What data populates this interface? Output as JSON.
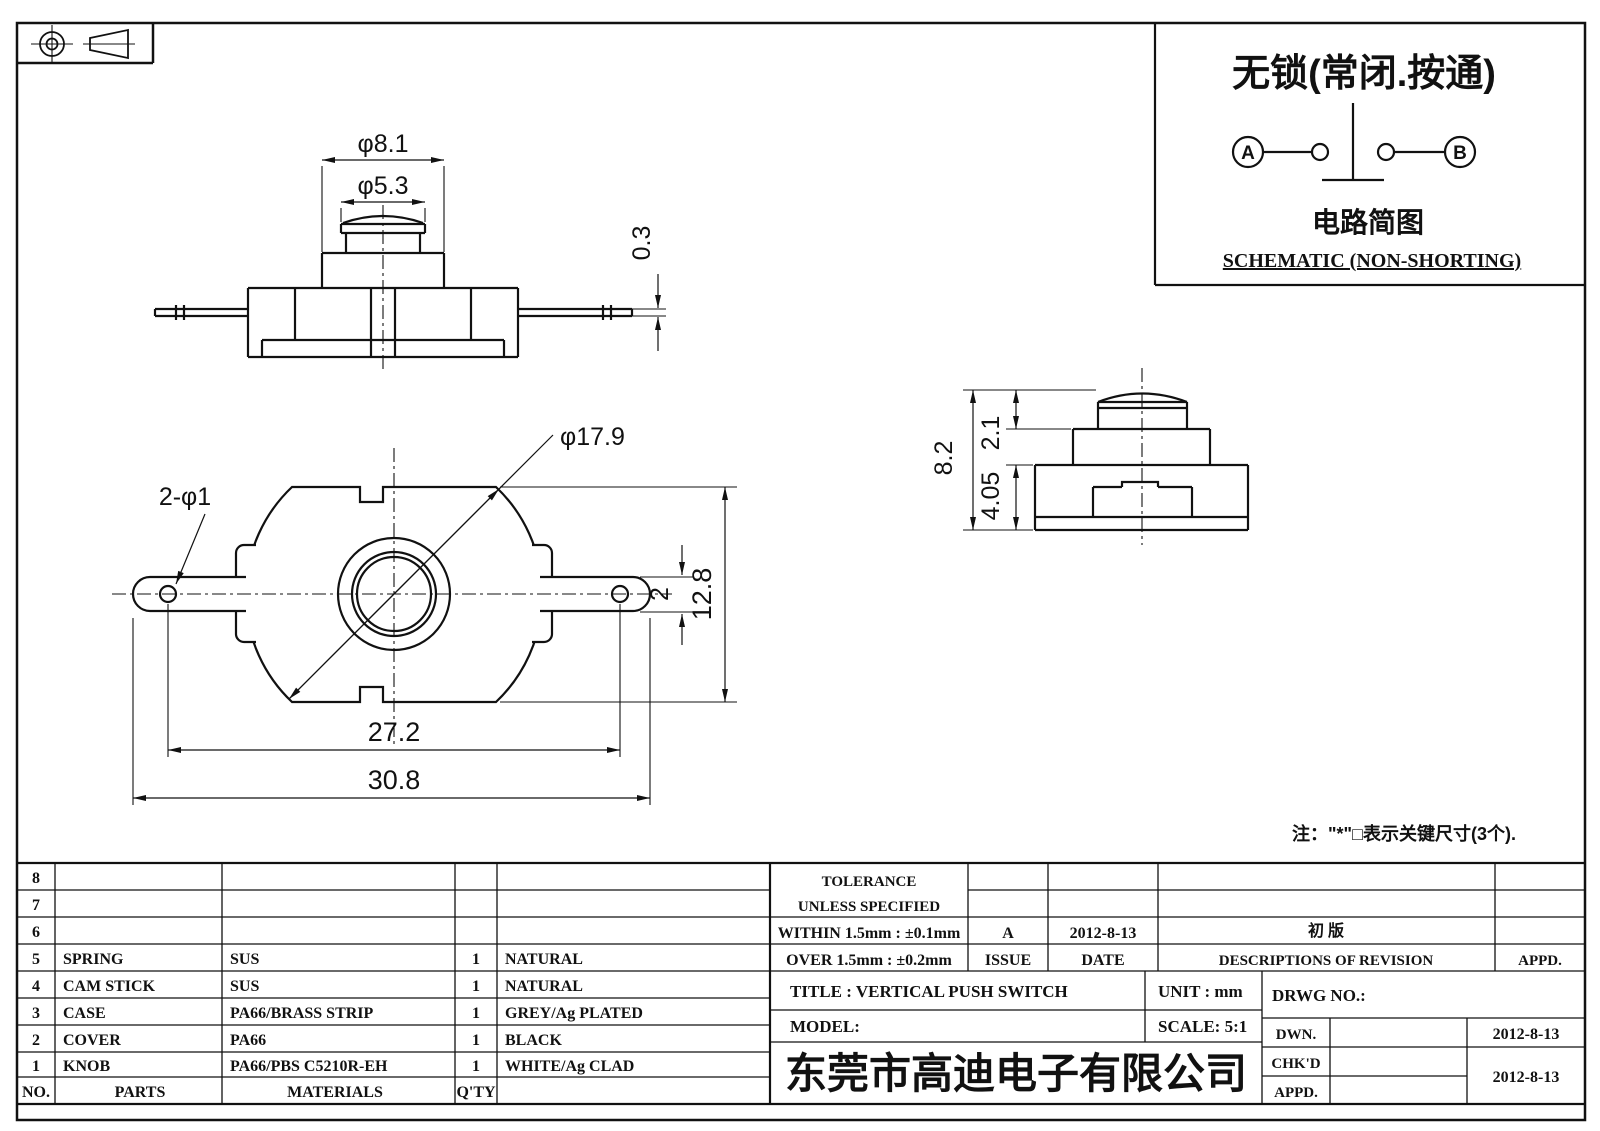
{
  "schematic": {
    "title": "无锁(常闭.按通)",
    "terminal_a": "A",
    "terminal_b": "B",
    "caption_cn": "电路简图",
    "caption_en": "SCHEMATIC (NON-SHORTING)"
  },
  "note": "注：\"*\"□表示关键尺寸(3个).",
  "front_view": {
    "dim_step": "φ8.1",
    "dim_knob": "φ5.3",
    "dim_terminal": "0.3"
  },
  "top_view": {
    "dim_holes": "2-φ1",
    "dim_body": "φ17.9",
    "dim_tab": "2",
    "dim_width": "12.8",
    "dim_pitch": "27.2",
    "dim_overall": "30.8"
  },
  "side_view": {
    "dim_total": "8.2",
    "dim_knob": "2.1",
    "dim_base": "4.05"
  },
  "parts_table": {
    "header": {
      "no": "NO.",
      "parts": "PARTS",
      "materials": "MATERIALS",
      "qty": "Q'TY"
    },
    "rows": [
      {
        "no": "8",
        "parts": "",
        "materials": "",
        "qty": "",
        "remark": ""
      },
      {
        "no": "7",
        "parts": "",
        "materials": "",
        "qty": "",
        "remark": ""
      },
      {
        "no": "6",
        "parts": "",
        "materials": "",
        "qty": "",
        "remark": ""
      },
      {
        "no": "5",
        "parts": "SPRING",
        "materials": "SUS",
        "qty": "1",
        "remark": "NATURAL"
      },
      {
        "no": "4",
        "parts": "CAM STICK",
        "materials": "SUS",
        "qty": "1",
        "remark": "NATURAL"
      },
      {
        "no": "3",
        "parts": "CASE",
        "materials": "PA66/BRASS STRIP",
        "qty": "1",
        "remark": "GREY/Ag PLATED"
      },
      {
        "no": "2",
        "parts": "COVER",
        "materials": "PA66",
        "qty": "1",
        "remark": "BLACK"
      },
      {
        "no": "1",
        "parts": "KNOB",
        "materials": "PA66/PBS C5210R-EH",
        "qty": "1",
        "remark": "WHITE/Ag CLAD"
      }
    ]
  },
  "title_block": {
    "tolerance1": "TOLERANCE",
    "tolerance2": "UNLESS  SPECIFIED",
    "within": "WITHIN 1.5mm : ±0.1mm",
    "over": "OVER 1.5mm : ±0.2mm",
    "issue_value": "A",
    "revision_date": "2012-8-13",
    "issue_label": "ISSUE",
    "date_label": "DATE",
    "revision_desc": "初 版",
    "revision_header": "DESCRIPTIONS OF REVISION",
    "appd_header": "APPD.",
    "title": "TITLE :  VERTICAL PUSH SWITCH",
    "unit": "UNIT :  mm",
    "drwg_no": "DRWG NO.:",
    "model": "MODEL:",
    "scale": "SCALE:  5:1",
    "company": "东莞市高迪电子有限公司",
    "dwn_label": "DWN.",
    "chkd_label": "CHK'D",
    "appd_label": "APPD.",
    "dwn_date": "2012-8-13",
    "chkd_date": "2012-8-13"
  }
}
